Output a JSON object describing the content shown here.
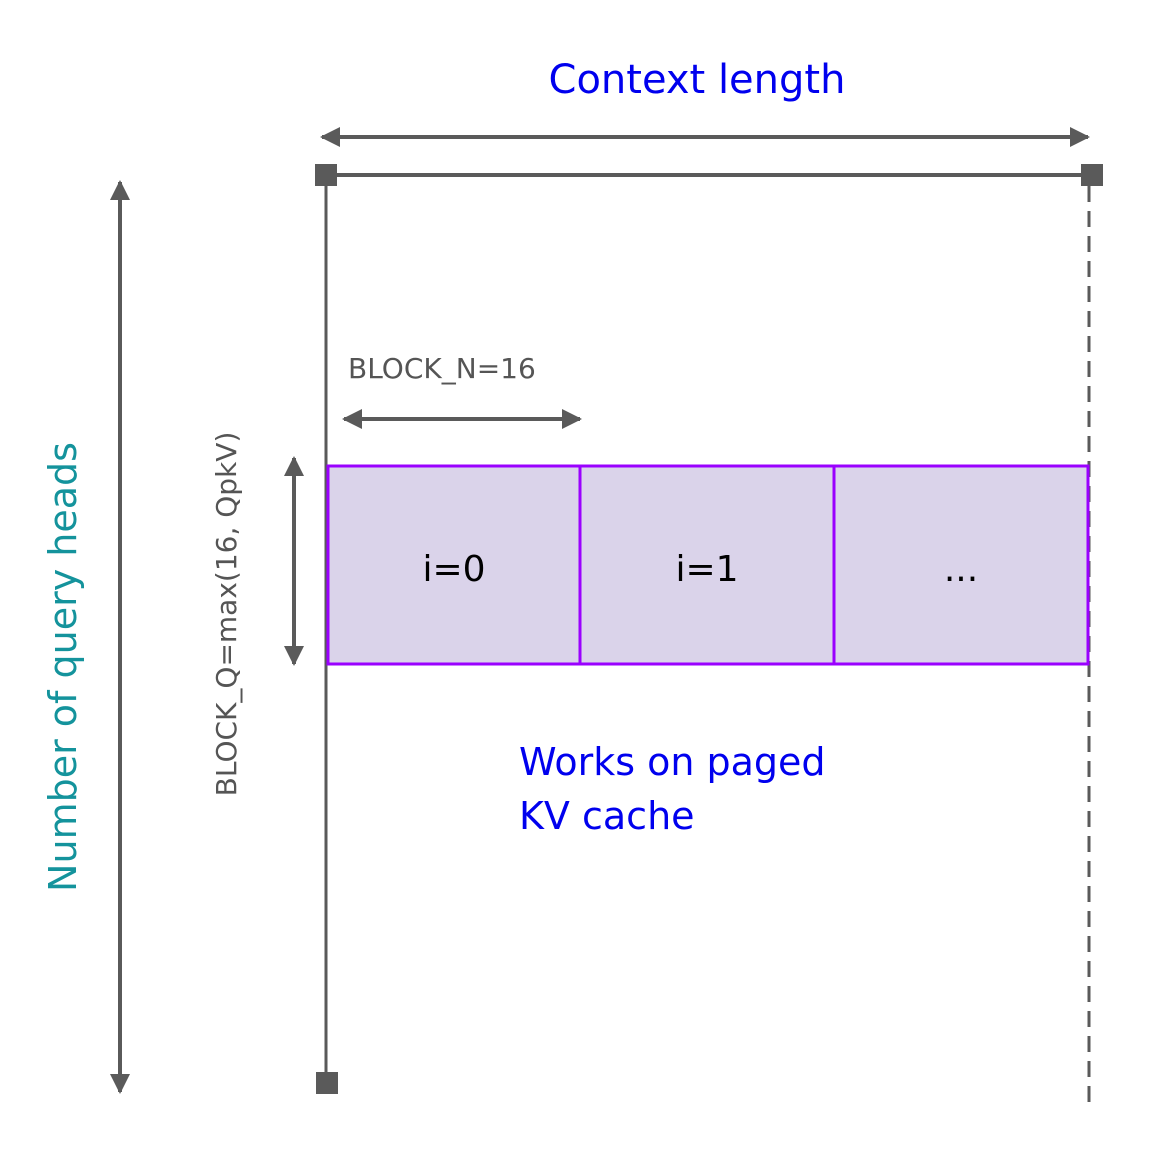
{
  "diagram": {
    "title": "Context length",
    "y_axis_label": "Number of query heads",
    "block_n_label": "BLOCK_N=16",
    "block_q_label": "BLOCK_Q=max(16, QpkV)",
    "blocks": [
      {
        "label": "i=0"
      },
      {
        "label": "i=1"
      },
      {
        "label": "..."
      }
    ],
    "caption_line1": "Works on paged",
    "caption_line2": "KV cache",
    "colors": {
      "title": "#0000ee",
      "y_axis_label": "#14939c",
      "block_fill": "#dad3ea",
      "block_border": "#9a00ff",
      "lines": "#5a5a5a",
      "annotation_text": "#555555",
      "block_text": "#000000"
    }
  }
}
